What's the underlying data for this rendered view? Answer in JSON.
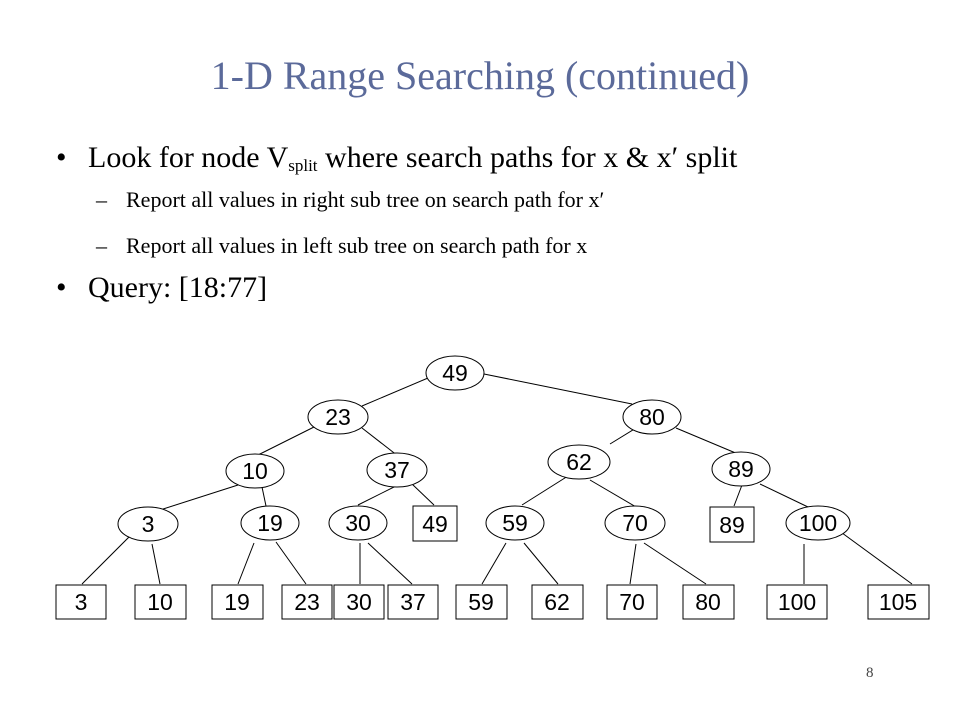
{
  "slide": {
    "title": "1-D Range Searching (continued)",
    "number": "8",
    "colors": {
      "title": "#5b6a9a",
      "text": "#000000",
      "shape_stroke": "#000000"
    }
  },
  "bullets": {
    "b1": {
      "pre": "Look for node V",
      "sub": "split",
      "post": " where search paths for x & x′ split"
    },
    "b1_sub1": "Report all values in right sub tree on search path for x′",
    "b1_sub2": "Report all values in left sub tree on search path for x",
    "b2": "Query: [18:77]"
  },
  "tree": {
    "internal_nodes": [
      {
        "id": "n49",
        "label": "49"
      },
      {
        "id": "n23",
        "label": "23"
      },
      {
        "id": "n80",
        "label": "80"
      },
      {
        "id": "n10",
        "label": "10"
      },
      {
        "id": "n37",
        "label": "37"
      },
      {
        "id": "n62",
        "label": "62"
      },
      {
        "id": "n89",
        "label": "89"
      },
      {
        "id": "n3",
        "label": "3"
      },
      {
        "id": "n19",
        "label": "19"
      },
      {
        "id": "n30",
        "label": "30"
      },
      {
        "id": "n59",
        "label": "59"
      },
      {
        "id": "n70",
        "label": "70"
      },
      {
        "id": "n100",
        "label": "100"
      }
    ],
    "leaves": [
      {
        "id": "l49",
        "label": "49"
      },
      {
        "id": "l89",
        "label": "89"
      },
      {
        "id": "la3",
        "label": "3"
      },
      {
        "id": "la10",
        "label": "10"
      },
      {
        "id": "la19",
        "label": "19"
      },
      {
        "id": "la23",
        "label": "23"
      },
      {
        "id": "la30",
        "label": "30"
      },
      {
        "id": "la37",
        "label": "37"
      },
      {
        "id": "la59",
        "label": "59"
      },
      {
        "id": "la62",
        "label": "62"
      },
      {
        "id": "la70",
        "label": "70"
      },
      {
        "id": "la80",
        "label": "80"
      },
      {
        "id": "la100",
        "label": "100"
      },
      {
        "id": "la105",
        "label": "105"
      }
    ],
    "edges": [
      [
        "n49",
        "n23"
      ],
      [
        "n49",
        "n80"
      ],
      [
        "n23",
        "n10"
      ],
      [
        "n23",
        "n37"
      ],
      [
        "n80",
        "n62"
      ],
      [
        "n80",
        "n89"
      ],
      [
        "n10",
        "n3"
      ],
      [
        "n10",
        "n19"
      ],
      [
        "n37",
        "n30"
      ],
      [
        "n37",
        "l49"
      ],
      [
        "n62",
        "n59"
      ],
      [
        "n62",
        "n70"
      ],
      [
        "n89",
        "l89"
      ],
      [
        "n89",
        "n100"
      ],
      [
        "n3",
        "la3"
      ],
      [
        "n3",
        "la10"
      ],
      [
        "n19",
        "la19"
      ],
      [
        "n19",
        "la23"
      ],
      [
        "n30",
        "la30"
      ],
      [
        "n30",
        "la37"
      ],
      [
        "n59",
        "la59"
      ],
      [
        "n59",
        "la62"
      ],
      [
        "n70",
        "la70"
      ],
      [
        "n70",
        "la80"
      ],
      [
        "n100",
        "la100"
      ],
      [
        "n100",
        "la105"
      ]
    ]
  }
}
